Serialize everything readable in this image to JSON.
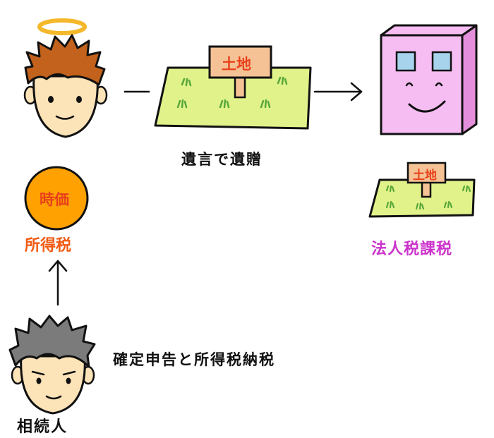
{
  "labels": {
    "bequest": "遺言で遺贈",
    "market_price": "時価",
    "income_tax": "所得税",
    "corporate_tax": "法人税課税",
    "filing": "確定申告と所得税納税",
    "heir": "相続人",
    "land_sign": "土地",
    "land_sign_small": "土地"
  },
  "colors": {
    "hair_brown": "#c2621c",
    "hair_gray": "#7b7b7b",
    "skin": "#fde3b8",
    "halo": "#f5b82a",
    "grass": "#e1f28a",
    "grass_tuft": "#58a83a",
    "sign_board": "#f5c295",
    "sign_text": "#e8401a",
    "building_front": "#f6bdf2",
    "building_side": "#e58fdc",
    "window": "#a7d3ec",
    "coin": "#ffa100",
    "coin_text": "#e8401a",
    "income_tax_text": "#f25a12",
    "corporate_tax_text": "#cc33cc"
  },
  "icons": [
    "deceased-person-icon",
    "halo-icon",
    "land-plot-icon",
    "company-building-icon",
    "coin-icon",
    "heir-person-icon",
    "arrow-right-icon",
    "arrow-up-icon"
  ]
}
